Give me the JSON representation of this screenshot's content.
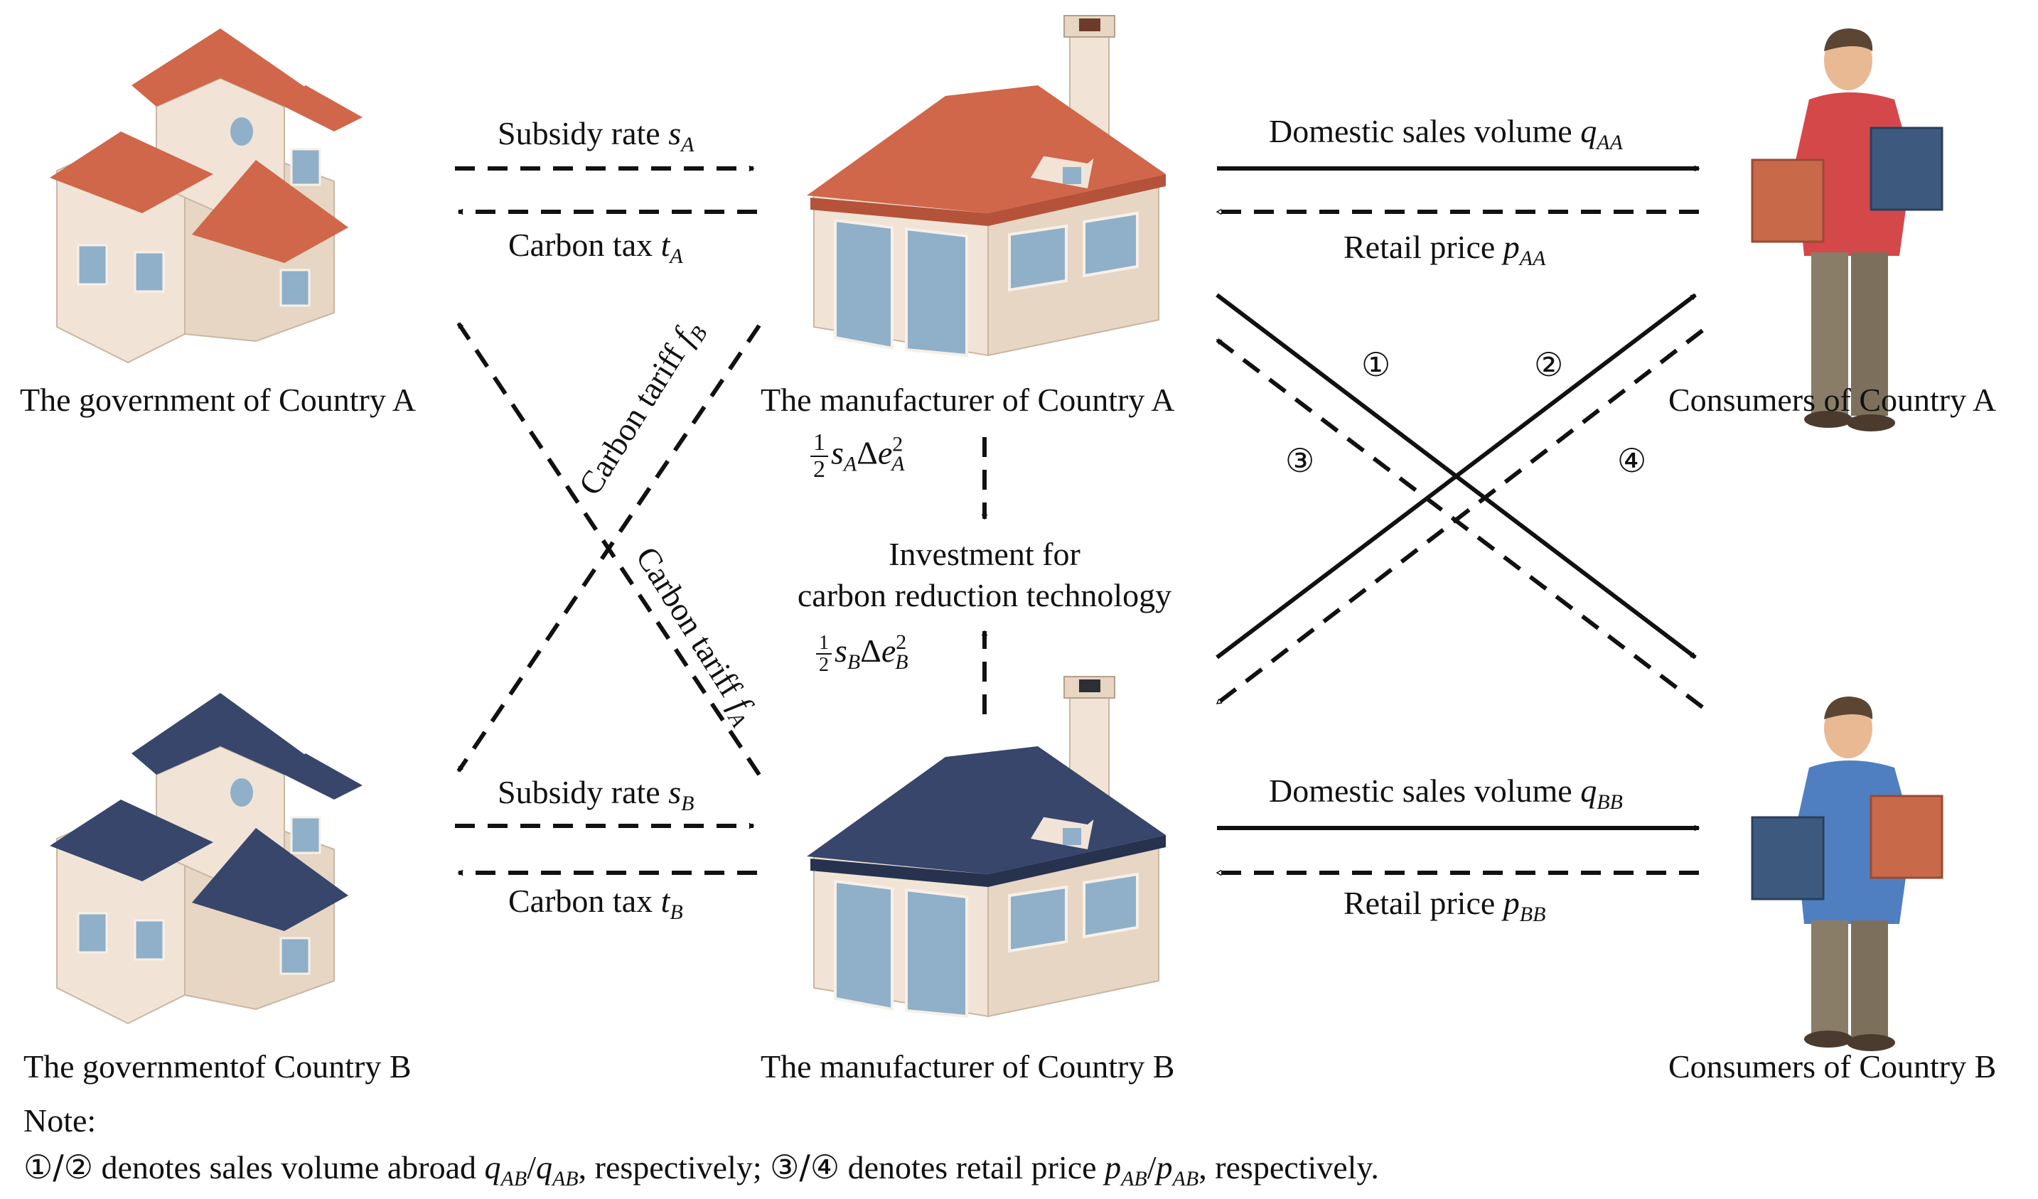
{
  "colors": {
    "roof_a": "#d0674a",
    "roof_b": "#37466a",
    "wall": "#f1e4d6",
    "window": "#8fb0c8",
    "shirt_a": "#d5484a",
    "shirt_b": "#4f7fc0",
    "box_orange": "#c86a4a",
    "box_blue": "#3d5a7e",
    "pants": "#8a7d68",
    "arrow": "#111111"
  },
  "nodes": {
    "gov_a": "The government of Country A",
    "mfr_a": "The manufacturer of Country A",
    "cons_a": "Consumers of Country A",
    "gov_b": "The governmentof Country B",
    "mfr_b": "The manufacturer of Country B",
    "cons_b": "Consumers of Country B",
    "investment_line1": "Investment for",
    "investment_line2": "carbon reduction technology"
  },
  "edges": {
    "subsidy_a": {
      "text": "Subsidy rate ",
      "var": "s",
      "sub": "A"
    },
    "carbon_tax_a": {
      "text": "Carbon tax ",
      "var": "t",
      "sub": "A"
    },
    "subsidy_b": {
      "text": "Subsidy rate ",
      "var": "s",
      "sub": "B"
    },
    "carbon_tax_b": {
      "text": "Carbon tax ",
      "var": "t",
      "sub": "B"
    },
    "domestic_sales_a": {
      "text": "Domestic sales volume ",
      "var": "q",
      "sub": "AA"
    },
    "retail_price_a": {
      "text": "Retail  price  ",
      "var": "p",
      "sub": "AA"
    },
    "domestic_sales_b": {
      "text": "Domestic sales volume ",
      "var": "q",
      "sub": "BB"
    },
    "retail_price_b": {
      "text": "Retail  price ",
      "var": "p",
      "sub": "BB"
    },
    "carbon_tariff_b": {
      "text": "Carbon tariff ",
      "var": "f",
      "sub": "B"
    },
    "carbon_tariff_a": {
      "text": "Carbon tariff ",
      "var": "f",
      "sub": "A"
    },
    "invest_a": {
      "num": "1",
      "den": "2",
      "var": "s",
      "sub": "A",
      "delta": "Δ",
      "e": "e",
      "exp": "2",
      "esub": "A"
    },
    "invest_b": {
      "num": "1",
      "den": "2",
      "var": "s",
      "sub": "B",
      "delta": "Δ",
      "e": "e",
      "exp": "2",
      "esub": "B"
    }
  },
  "markers": [
    "①",
    "②",
    "③",
    "④"
  ],
  "note": {
    "title": "Note:",
    "m12": "①/②",
    "part1": " denotes sales volume abroad ",
    "q": "q",
    "sub_ab1": "AB",
    "slash": "/",
    "sub_ab2": "AB",
    "part2": ", respectively; ",
    "m34": "③/④",
    "part3": " denotes retail  price  ",
    "p": "p",
    "sub_ab3": "AB",
    "sub_ab4": "AB",
    "part4": ", respectively."
  }
}
